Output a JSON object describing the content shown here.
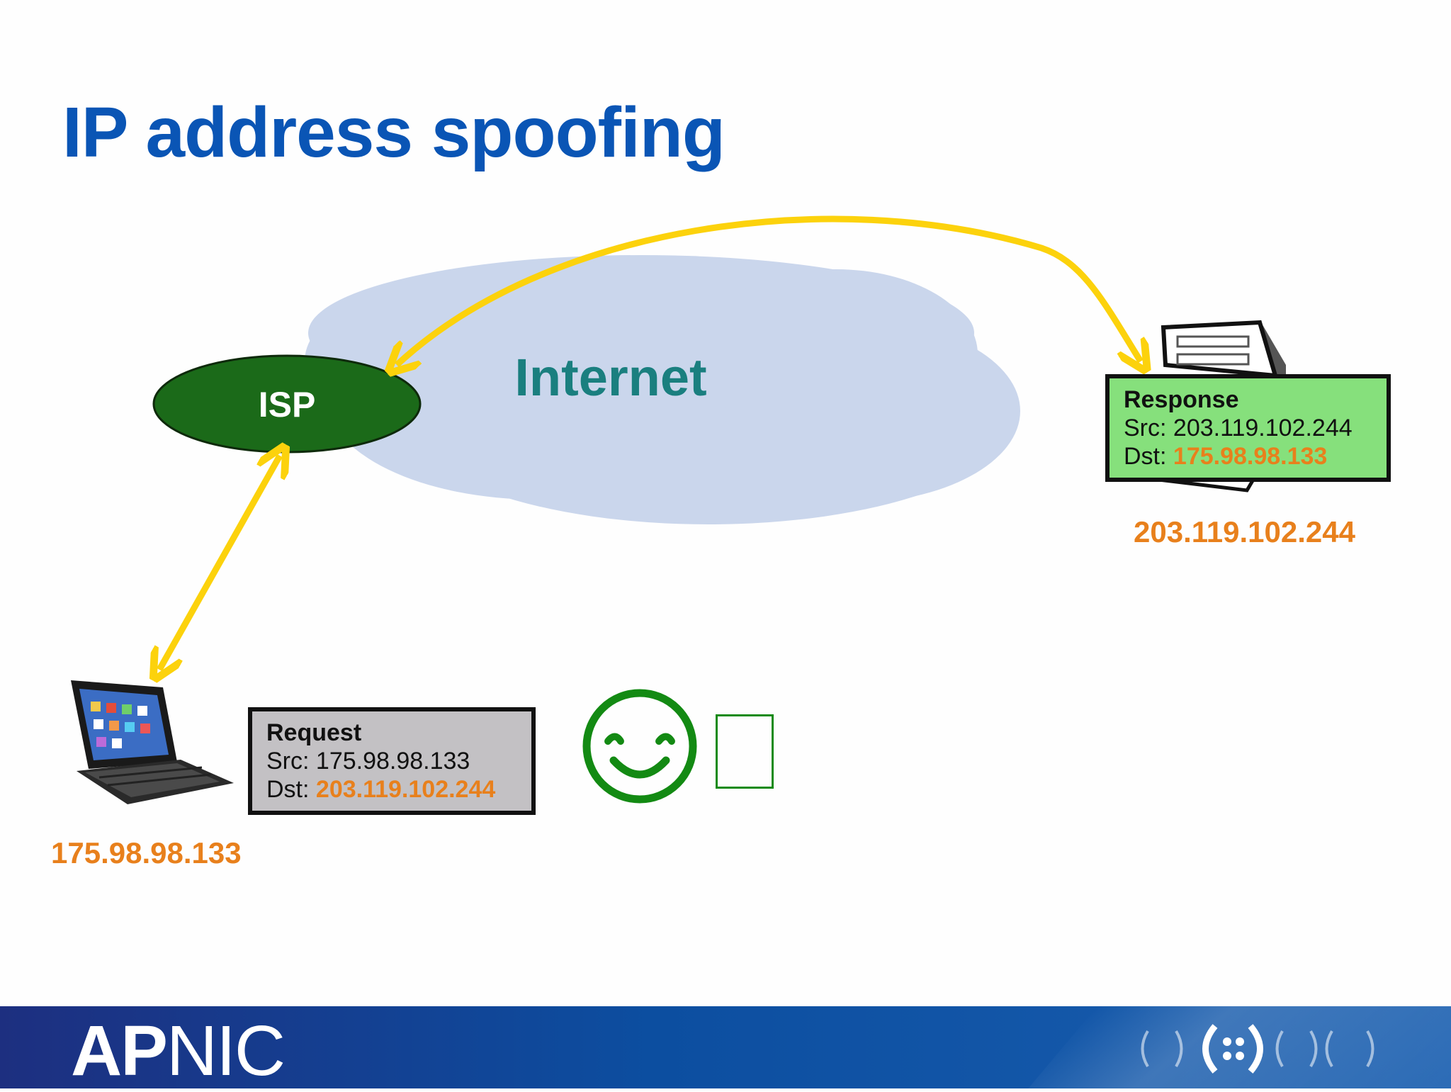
{
  "slide": {
    "title": "IP address spoofing"
  },
  "diagram": {
    "cloud_label": "Internet",
    "isp_label": "ISP",
    "request": {
      "title": "Request",
      "src_prefix": "Src: ",
      "src": "175.98.98.133",
      "dst_prefix": "Dst: ",
      "dst": "203.119.102.244"
    },
    "response": {
      "title": "Response",
      "src_prefix": "Src: ",
      "src": "203.119.102.244",
      "dst_prefix": "Dst: ",
      "dst": "175.98.98.133"
    },
    "client_ip": "175.98.98.133",
    "server_ip": "203.119.102.244",
    "colors": {
      "title": "#0a55b5",
      "cloud": "#cad6ec",
      "cloud_text": "#1a7f7f",
      "isp_fill": "#1b6a19",
      "arrow": "#fcd20c",
      "ip_highlight": "#e8801c",
      "request_fill": "#c3c1c4",
      "response_fill": "#86e07c",
      "smiley": "#138a13"
    },
    "icons": [
      "tablet-keyboard-icon",
      "server-icon",
      "smiley-icon",
      "missing-glyph-box"
    ]
  },
  "footer": {
    "logo_part1": "AP",
    "logo_part2": "NIC",
    "decoration_icon": "apnic-brackets-icon"
  }
}
